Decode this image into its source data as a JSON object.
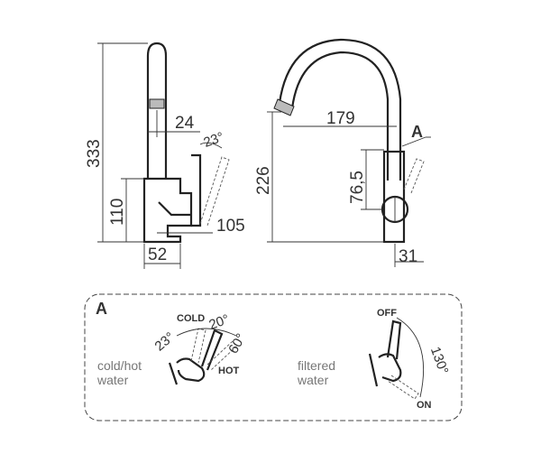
{
  "side_view": {
    "dim_total_height": "333",
    "dim_spout_offset": "24",
    "dim_lever_angle": "23°",
    "dim_body_height": "110",
    "dim_lever_reach": "105",
    "dim_base_width": "52"
  },
  "front_view": {
    "dim_reach": "179",
    "dim_spout_height": "226",
    "dim_lever_height": "76,5",
    "dim_base_offset": "31",
    "detail_marker": "A"
  },
  "detail": {
    "title": "A",
    "left": {
      "label_line1": "cold/hot",
      "label_line2": "water",
      "cold": "COLD",
      "hot": "HOT",
      "angle_a": "23°",
      "angle_b": "20°",
      "angle_c": "60°"
    },
    "right": {
      "label_line1": "filtered",
      "label_line2": "water",
      "off": "OFF",
      "on": "ON",
      "angle": "130°"
    }
  }
}
